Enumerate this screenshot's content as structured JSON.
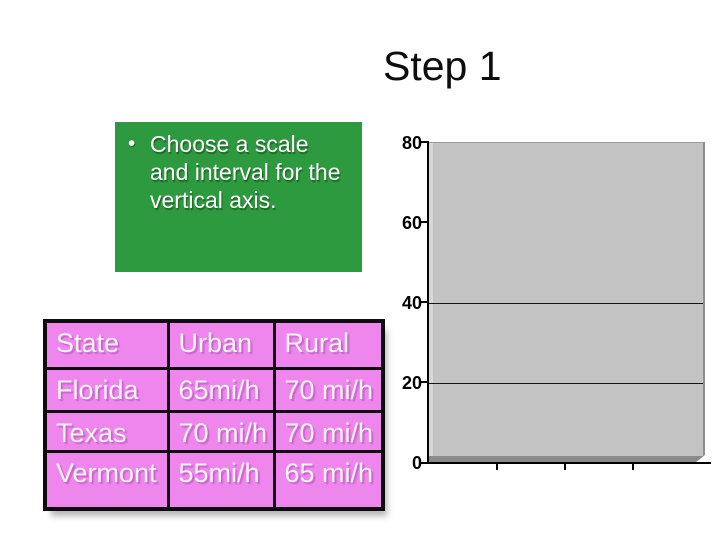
{
  "slide": {
    "title": "Step 1",
    "background_color": "#ffffff"
  },
  "instruction_box": {
    "bullet": "•",
    "text": "Choose a scale and interval for the vertical axis.",
    "bg_color": "#2e9a40",
    "text_color": "#ffffff"
  },
  "table": {
    "headers": [
      "State",
      "Urban",
      "Rural"
    ],
    "rows": [
      [
        "Florida",
        "65mi/h",
        "70 mi/h"
      ],
      [
        "Texas",
        "70 mi/h",
        "70 mi/h"
      ],
      [
        "Vermont",
        "55mi/h",
        "65 mi/h"
      ]
    ],
    "cell_bg_color": "#ee86ee",
    "border_color": "#0c0c0c",
    "text_color": "#fdf1fd"
  },
  "chart_data": {
    "type": "bar",
    "title": "",
    "xlabel": "",
    "ylabel": "",
    "ylim": [
      0,
      80
    ],
    "y_interval": 20,
    "y_ticks": [
      0,
      20,
      40,
      60,
      80
    ],
    "gridlines_at": [
      20,
      40
    ],
    "x_tick_count": 3,
    "categories": [],
    "series": [],
    "plot_fill_color": "#c3c3c3",
    "axis_color": "#000000",
    "grid_on": true,
    "legend": "none"
  }
}
